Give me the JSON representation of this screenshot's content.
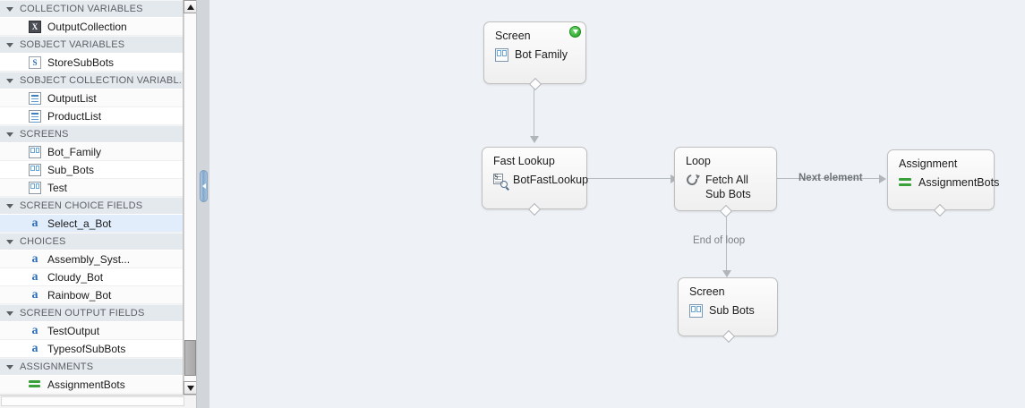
{
  "sidebar": {
    "sections": [
      {
        "title": "COLLECTION VARIABLES",
        "items": [
          {
            "label": "OutputCollection",
            "icon": "x-collection-icon",
            "selected": false
          }
        ]
      },
      {
        "title": "SOBJECT VARIABLES",
        "items": [
          {
            "label": "StoreSubBots",
            "icon": "s-object-icon",
            "selected": false
          }
        ]
      },
      {
        "title": "SOBJECT COLLECTION VARIABL...",
        "items": [
          {
            "label": "OutputList",
            "icon": "list-icon",
            "selected": false
          },
          {
            "label": "ProductList",
            "icon": "list-icon",
            "selected": false
          }
        ]
      },
      {
        "title": "SCREENS",
        "items": [
          {
            "label": "Bot_Family",
            "icon": "screen-icon",
            "selected": false
          },
          {
            "label": "Sub_Bots",
            "icon": "screen-icon",
            "selected": false
          },
          {
            "label": "Test",
            "icon": "screen-icon",
            "selected": false
          }
        ]
      },
      {
        "title": "SCREEN CHOICE FIELDS",
        "items": [
          {
            "label": "Select_a_Bot",
            "icon": "text-a-icon",
            "selected": true
          }
        ]
      },
      {
        "title": "CHOICES",
        "items": [
          {
            "label": "Assembly_Syst...",
            "icon": "text-a-icon",
            "selected": false
          },
          {
            "label": "Cloudy_Bot",
            "icon": "text-a-icon",
            "selected": false
          },
          {
            "label": "Rainbow_Bot",
            "icon": "text-a-icon",
            "selected": false
          }
        ]
      },
      {
        "title": "SCREEN OUTPUT FIELDS",
        "items": [
          {
            "label": "TestOutput",
            "icon": "text-a-icon",
            "selected": false
          },
          {
            "label": "TypesofSubBots",
            "icon": "text-a-icon",
            "selected": false
          }
        ]
      },
      {
        "title": "ASSIGNMENTS",
        "items": [
          {
            "label": "AssignmentBots",
            "icon": "assignment-icon",
            "selected": false
          }
        ]
      }
    ],
    "glyphs": {
      "x": "X",
      "s": "S",
      "a": "a"
    }
  },
  "canvas": {
    "background_color": "#eef2f6",
    "nodes": [
      {
        "id": "screen-bot-family",
        "type": "Screen",
        "label": "Bot Family",
        "icon": "screen-icon",
        "start_badge": true
      },
      {
        "id": "fast-lookup",
        "type": "Fast Lookup",
        "label": "BotFastLookup",
        "icon": "fast-lookup-icon",
        "start_badge": false
      },
      {
        "id": "loop",
        "type": "Loop",
        "label": "Fetch All Sub Bots",
        "icon": "loop-icon",
        "start_badge": false
      },
      {
        "id": "assignment",
        "type": "Assignment",
        "label": "AssignmentBots",
        "icon": "assignment-icon",
        "start_badge": false
      },
      {
        "id": "screen-sub-bots",
        "type": "Screen",
        "label": "Sub Bots",
        "icon": "screen-icon",
        "start_badge": false
      }
    ],
    "edge_labels": {
      "next_element": "Next element",
      "end_of_loop": "End of loop"
    }
  }
}
